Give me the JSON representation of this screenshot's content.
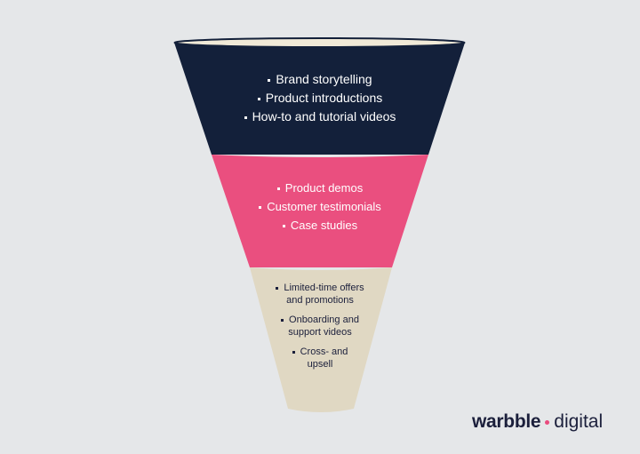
{
  "funnel": {
    "stages": [
      {
        "id": "top",
        "color": "#13203a",
        "items": [
          "Brand storytelling",
          "Product introductions",
          "How-to and tutorial videos"
        ]
      },
      {
        "id": "middle",
        "color": "#ea4f7f",
        "items": [
          "Product demos",
          "Customer testimonials",
          "Case studies"
        ]
      },
      {
        "id": "bottom",
        "color": "#e0d8c3",
        "items": [
          "Limited-time offers\nand promotions",
          "Onboarding and\nsupport videos",
          "Cross- and\nupsell"
        ]
      }
    ],
    "rim_color": "#f1ead8"
  },
  "logo": {
    "bold": "warbble",
    "light": "digital",
    "dot_color": "#e94b7e"
  }
}
